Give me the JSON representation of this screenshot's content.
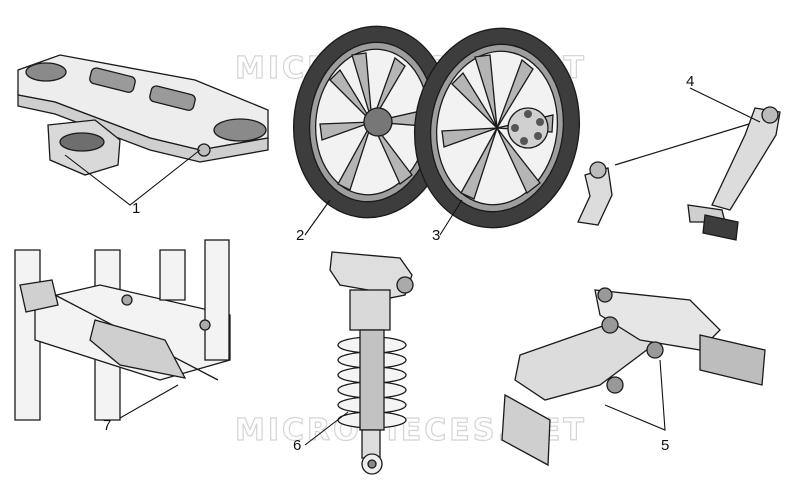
{
  "diagram": {
    "watermark": "MICROPIECES.NET",
    "callouts": [
      {
        "id": "callout-1",
        "label": "1"
      },
      {
        "id": "callout-2",
        "label": "2"
      },
      {
        "id": "callout-3",
        "label": "3"
      },
      {
        "id": "callout-4",
        "label": "4"
      },
      {
        "id": "callout-5",
        "label": "5"
      },
      {
        "id": "callout-6",
        "label": "6"
      },
      {
        "id": "callout-7",
        "label": "7"
      }
    ],
    "colors": {
      "metal_light": "#e9e9e9",
      "metal_mid": "#bdbdbd",
      "metal_dark": "#6e6e6e",
      "tire": "#3d3d3d",
      "outline": "#1a1a1a"
    }
  }
}
